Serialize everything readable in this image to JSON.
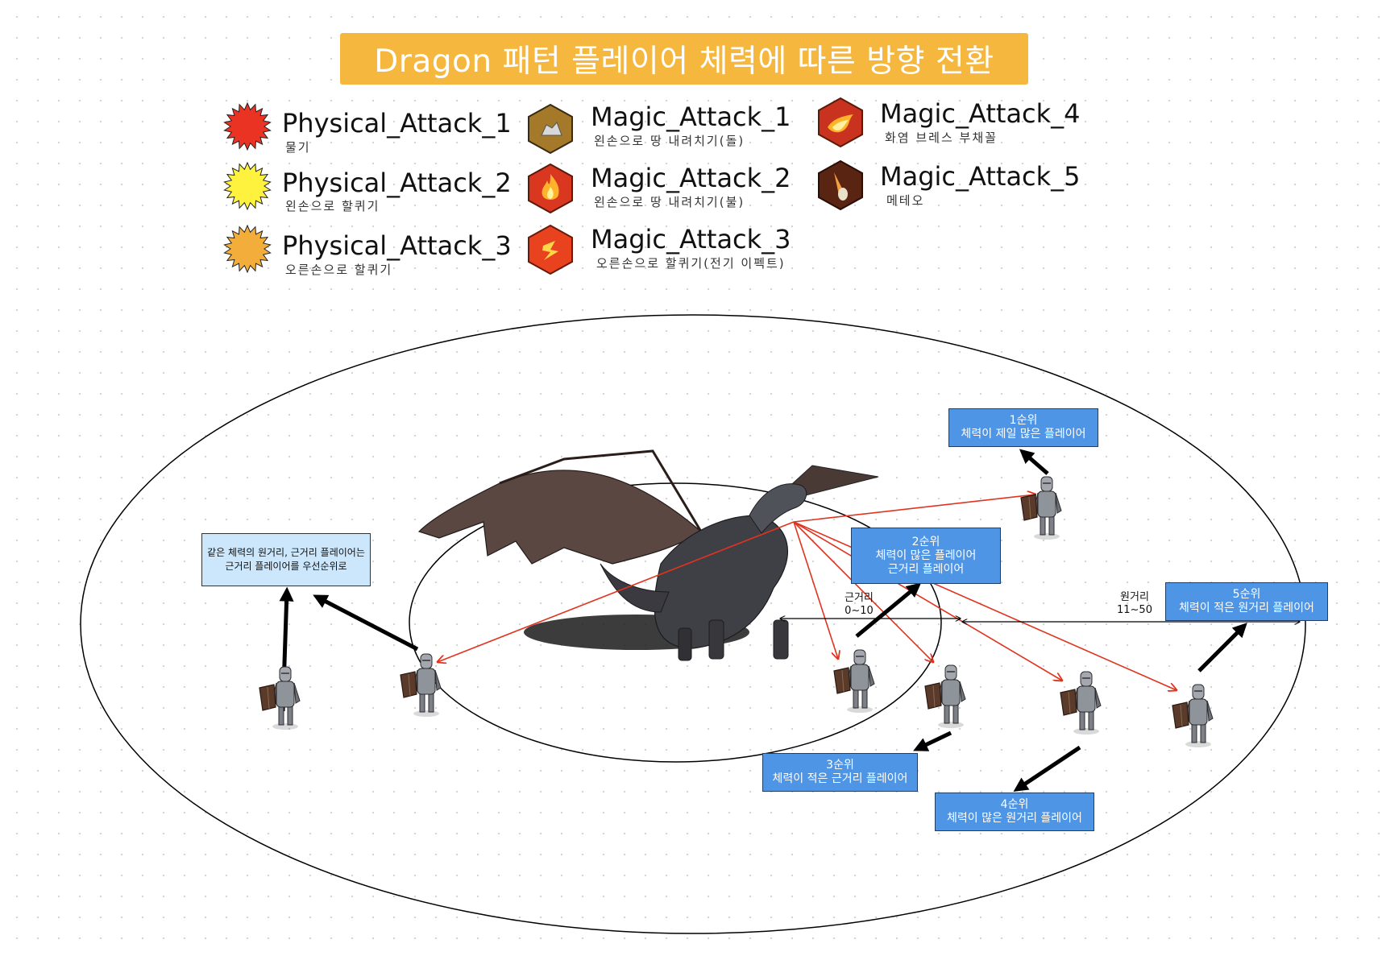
{
  "title": "Dragon 패턴 플레이어 체력에 따른 방향 전환",
  "legend": {
    "physical": [
      {
        "name": "Physical_Attack_1",
        "desc": "물기",
        "color": "#ea3323",
        "icon": "spiky-burst-icon"
      },
      {
        "name": "Physical_Attack_2",
        "desc": "왼손으로 할퀴기",
        "color": "#fff23e",
        "icon": "spiky-burst-icon"
      },
      {
        "name": "Physical_Attack_3",
        "desc": "오른손으로 할퀴기",
        "color": "#f3ad3a",
        "icon": "spiky-burst-icon"
      }
    ],
    "magic": [
      {
        "name": "Magic_Attack_1",
        "desc": "왼손으로 땅 내려치기(돌)",
        "color": "#a5792a",
        "icon": "rock-hexagon-icon"
      },
      {
        "name": "Magic_Attack_2",
        "desc": "왼손으로 땅 내려치기(불)",
        "color": "#d9371f",
        "icon": "flame-hexagon-icon"
      },
      {
        "name": "Magic_Attack_3",
        "desc": "오른손으로 할퀴기(전기 이펙트)",
        "color": "#e8421f",
        "icon": "lightning-hexagon-icon"
      },
      {
        "name": "Magic_Attack_4",
        "desc": "화염 브레스 부채꼴",
        "color": "#c8321f",
        "icon": "fire-breath-hexagon-icon"
      },
      {
        "name": "Magic_Attack_5",
        "desc": "메테오",
        "color": "#5a2412",
        "icon": "meteor-hexagon-icon"
      }
    ]
  },
  "priority_boxes": [
    {
      "rank": "1순위",
      "lines": [
        "체력이 제일 많은 플레이어"
      ]
    },
    {
      "rank": "2순위",
      "lines": [
        "체력이 많은 플레이어",
        "근거리 플레이어"
      ]
    },
    {
      "rank": "3순위",
      "lines": [
        "체력이 적은 근거리 플레이어"
      ]
    },
    {
      "rank": "4순위",
      "lines": [
        "체력이 많은 원거리 플레이어"
      ]
    },
    {
      "rank": "5순위",
      "lines": [
        "체력이 적은 원거리 플레이어"
      ]
    }
  ],
  "note": {
    "lines": [
      "같은 체력의 원거리, 근거리 플레이어는",
      "근거리 플레이어를 우선순위로"
    ]
  },
  "ranges": {
    "near": {
      "label": "근거리",
      "value": "0~10"
    },
    "far": {
      "label": "원거리",
      "value": "11~50"
    }
  },
  "colors": {
    "title_bg": "#f5b73d",
    "box_blue": "#4f95e6",
    "note_bg": "#cce6fb",
    "target_line": "#e0341f",
    "knight_metal": "#8a8d93",
    "shield": "#5a3a2a"
  }
}
